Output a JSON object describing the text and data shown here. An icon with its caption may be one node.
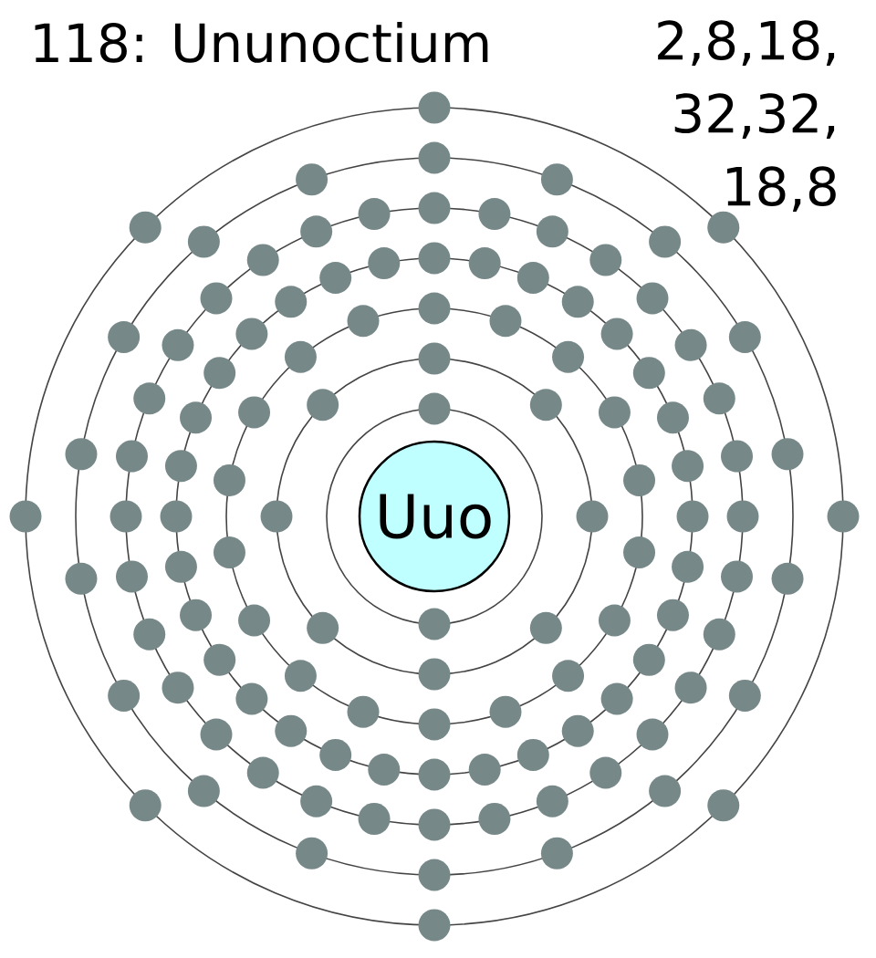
{
  "diagram": {
    "title": "118: Ununoctium",
    "nodes": [
      {
        "text": [
          "Uuo"
        ]
      }
    ],
    "labels": [
      "2,8,18, 32,32, 18,8"
    ]
  }
}
